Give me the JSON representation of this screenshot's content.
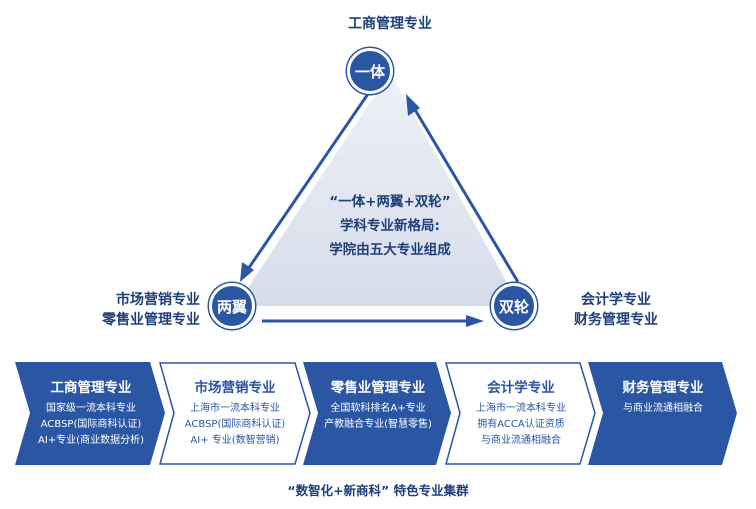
{
  "triangle": {
    "top_label": "工商管理专业",
    "top_node": "一体",
    "left_label_lines": [
      "市场营销专业",
      "零售业管理专业"
    ],
    "left_node": "两翼",
    "right_label_lines": [
      "会计学专业",
      "财务管理专业"
    ],
    "right_node": "双轮",
    "center_lines": [
      "“一体+两翼+双轮”",
      "学科专业新格局:",
      "学院由五大专业组成"
    ]
  },
  "majors": [
    {
      "title": "工商管理专业",
      "lines": [
        "国家级一流本科专业",
        "ACBSP(国际商科认证)",
        "AI+专业(商业数据分析)"
      ]
    },
    {
      "title": "市场营销专业",
      "lines": [
        "上海市一流本科专业",
        "ACBSP(国际商科认证)",
        "AI+ 专业(数智营销)"
      ]
    },
    {
      "title": "零售业管理专业",
      "lines": [
        "全国软科排名A+专业",
        "产教融合专业(智慧零售)"
      ]
    },
    {
      "title": "会计学专业",
      "lines": [
        "上海市一流本科专业",
        "拥有ACCA认证资质",
        "与商业流通相融合"
      ]
    },
    {
      "title": "财务管理专业",
      "lines": [
        "与商业流通相融合"
      ]
    }
  ],
  "footer": "“数智化+新商科” 特色专业集群",
  "colors": {
    "primary": "#2a56a4",
    "triangle_fill": "#dde3ee"
  }
}
